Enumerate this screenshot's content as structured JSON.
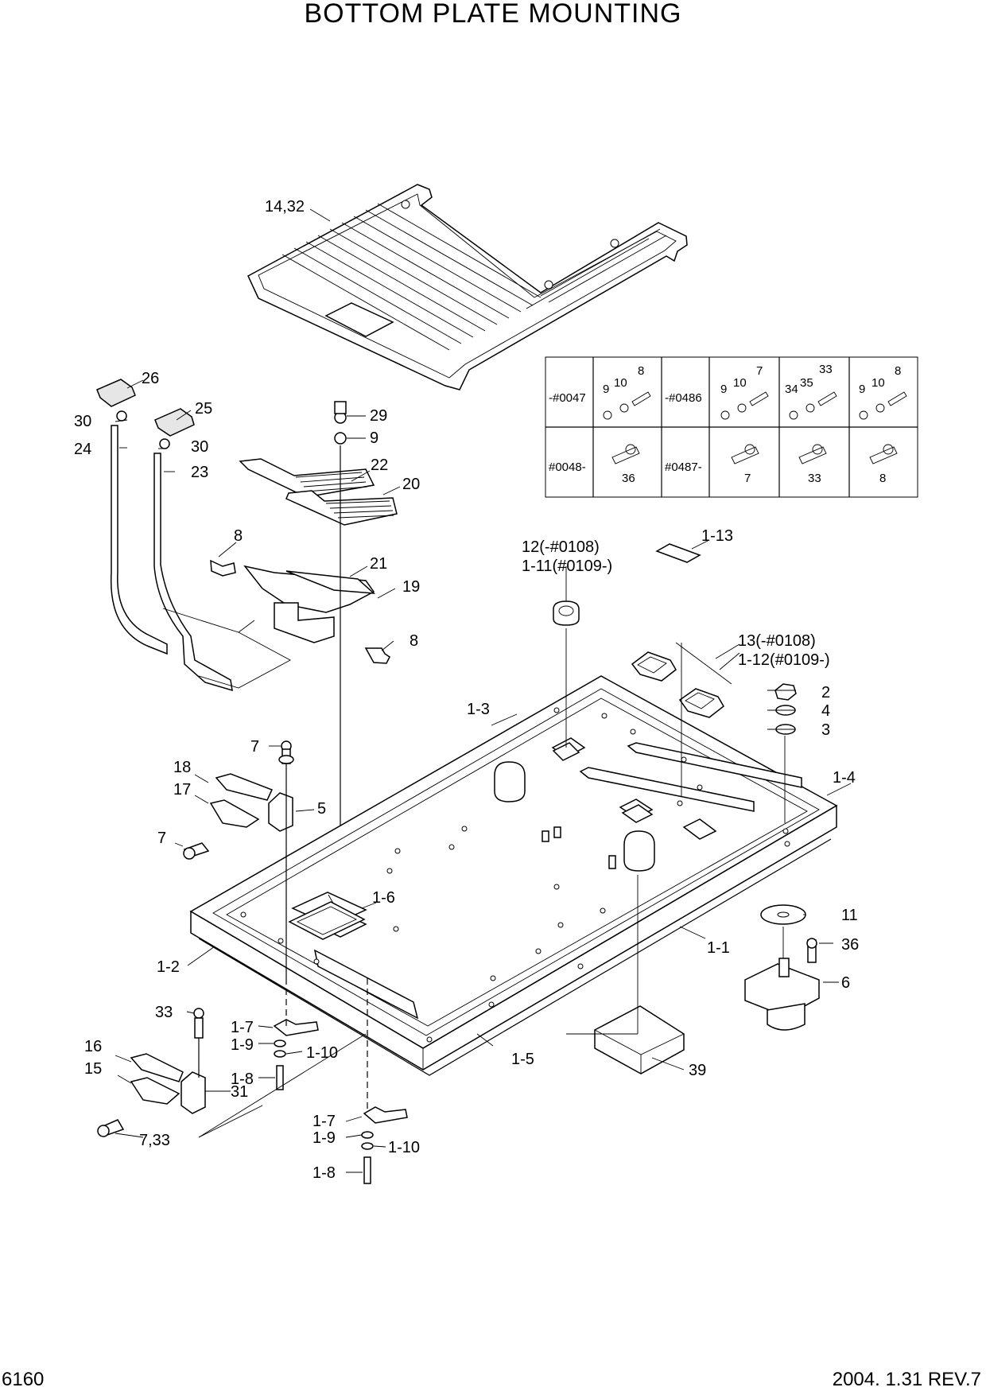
{
  "header": {
    "title": "BOTTOM PLATE MOUNTING"
  },
  "footer": {
    "page_number": "6160",
    "date_revision": "2004. 1.31  REV.7"
  },
  "callouts": {
    "c_14_32": "14,32",
    "c_26": "26",
    "c_25": "25",
    "c_30a": "30",
    "c_30b": "30",
    "c_24": "24",
    "c_23": "23",
    "c_29": "29",
    "c_9": "9",
    "c_22": "22",
    "c_20": "20",
    "c_8a": "8",
    "c_21": "21",
    "c_19": "19",
    "c_8b": "8",
    "c_12": "12(-#0108)",
    "c_1_11": "1-11(#0109-)",
    "c_1_13": "1-13",
    "c_13": "13(-#0108)",
    "c_1_12": "1-12(#0109-)",
    "c_2": "2",
    "c_4": "4",
    "c_3": "3",
    "c_1_3": "1-3",
    "c_1_4": "1-4",
    "c_7a": "7",
    "c_18": "18",
    "c_17": "17",
    "c_5": "5",
    "c_7b": "7",
    "c_1_6": "1-6",
    "c_11": "11",
    "c_1_1": "1-1",
    "c_36": "36",
    "c_6": "6",
    "c_1_2": "1-2",
    "c_33": "33",
    "c_1_7a": "1-7",
    "c_1_9a": "1-9",
    "c_1_10a": "1-10",
    "c_1_8a": "1-8",
    "c_16": "16",
    "c_15": "15",
    "c_31": "31",
    "c_1_5": "1-5",
    "c_39": "39",
    "c_7_33": "7,33",
    "c_1_7b": "1-7",
    "c_1_9b": "1-9",
    "c_1_10b": "1-10",
    "c_1_8b": "1-8"
  },
  "serial_table": {
    "row1": [
      {
        "range": "-#0047",
        "parts": [
          "9",
          "10",
          "8"
        ]
      },
      {
        "range": "-#0486",
        "parts": [
          "9",
          "10",
          "7"
        ]
      },
      {
        "range": "",
        "parts": [
          "34",
          "35",
          "33"
        ]
      },
      {
        "range": "",
        "parts": [
          "9",
          "10",
          "8"
        ]
      }
    ],
    "row2": [
      {
        "range": "#0048-",
        "part": "36"
      },
      {
        "range": "#0487-",
        "part": "7"
      },
      {
        "range": "",
        "part": "33"
      },
      {
        "range": "",
        "part": "8"
      }
    ]
  }
}
